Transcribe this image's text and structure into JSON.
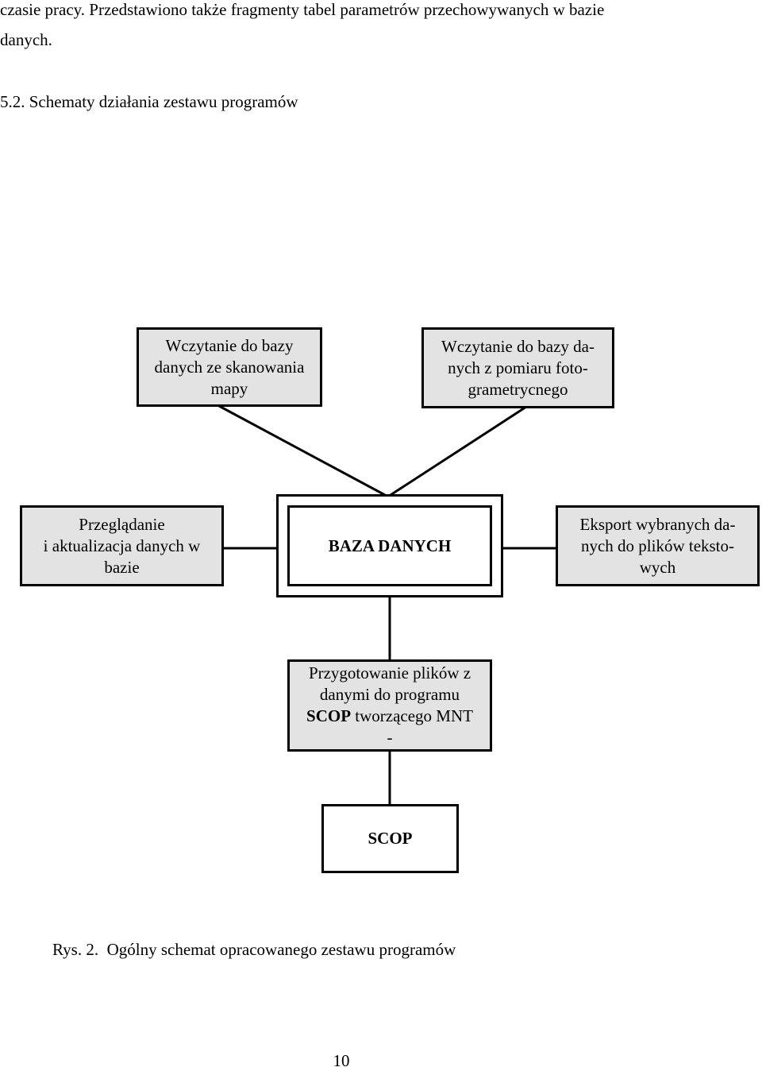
{
  "intro": {
    "line1": "czasie pracy. Przedstawiono także fragmenty tabel parametrów przechowywanych w bazie",
    "line2": "danych."
  },
  "section_heading": "5.2. Schematy działania zestawu programów",
  "diagram": {
    "box_scan": "Wczytanie do bazy\ndanych ze skanowania\nmapy",
    "box_photo": "Wczytanie do bazy da-\nnych z pomiaru foto-\ngrametrycnego",
    "box_browse": "Przeglądanie\ni aktualizacja danych w\nbazie",
    "box_database": "BAZA DANYCH",
    "box_export": "Eksport wybranych da-\nnych do plików teksto-\nwych",
    "box_prepare_line1": "Przygotowanie  plików z",
    "box_prepare_line2": "danymi do programu",
    "box_prepare_bold": "SCOP",
    "box_prepare_line3_rest": " tworzącego MNT",
    "box_prepare_line4": "-",
    "box_scop": "SCOP"
  },
  "caption": "Rys. 2.  Ogólny schemat opracowanego zestawu programów",
  "page_number": "10"
}
